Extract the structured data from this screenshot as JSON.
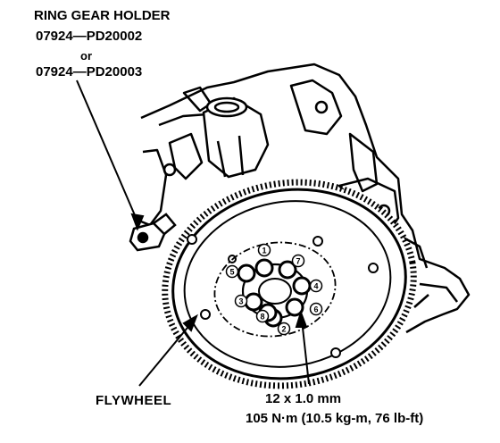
{
  "tool": {
    "title": "RING GEAR HOLDER",
    "part_number_1": "07924—PD20002",
    "or_text": "or",
    "part_number_2": "07924—PD20003"
  },
  "flywheel_label": "FLYWHEEL",
  "bolt_spec": {
    "size": "12 x 1.0 mm",
    "torque": "105 N·m (10.5 kg-m, 76 lb-ft)"
  },
  "bolt_sequence": [
    "1",
    "2",
    "3",
    "4",
    "5",
    "6",
    "7",
    "8"
  ],
  "colors": {
    "ink": "#000000",
    "paper": "#ffffff"
  }
}
